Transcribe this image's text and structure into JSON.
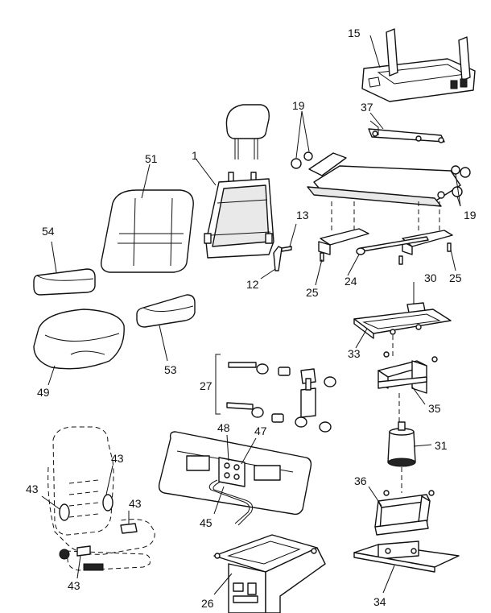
{
  "callouts": {
    "n15": "15",
    "n37": "37",
    "n19a": "19",
    "n19b": "19",
    "n51": "51",
    "n1": "1",
    "n13": "13",
    "n12": "12",
    "n54": "54",
    "n25a": "25",
    "n24": "24",
    "n25b": "25",
    "n30": "30",
    "n33": "33",
    "n53": "53",
    "n49": "49",
    "n27": "27",
    "n35": "35",
    "n48": "48",
    "n47": "47",
    "n31": "31",
    "n43a": "43",
    "n43b": "43",
    "n43c": "43",
    "n43d": "43",
    "n36": "36",
    "n45": "45",
    "n26": "26",
    "n34": "34"
  }
}
